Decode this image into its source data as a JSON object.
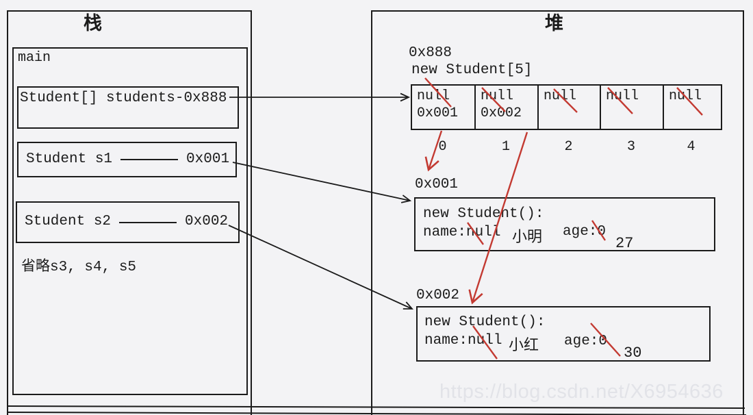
{
  "colors": {
    "background": "#f3f3f5",
    "line": "#1b1b1b",
    "annotation_red": "#c33a32",
    "watermark_gray": "#e2e3e8"
  },
  "stack": {
    "title": "栈",
    "frame_label": "main",
    "vars": [
      {
        "label": "Student[] students-0x888"
      },
      {
        "name": "Student s1",
        "value": "0x001"
      },
      {
        "name": "Student s2",
        "value": "0x002"
      }
    ],
    "omitted_note": "省略s3, s4, s5"
  },
  "heap": {
    "title": "堆",
    "array": {
      "address": "0x888",
      "label": "new Student[5]",
      "cells": [
        {
          "value": "null",
          "assigned": "0x001"
        },
        {
          "value": "null",
          "assigned": "0x002"
        },
        {
          "value": "null",
          "assigned": ""
        },
        {
          "value": "null",
          "assigned": ""
        },
        {
          "value": "null",
          "assigned": ""
        }
      ],
      "indices": [
        "0",
        "1",
        "2",
        "3",
        "4"
      ]
    },
    "objects": [
      {
        "address": "0x001",
        "constructor": "new Student():",
        "name_field": "name:null",
        "name_annotation": "小明",
        "age_field": "age:0",
        "age_annotation": "27"
      },
      {
        "address": "0x002",
        "constructor": "new Student():",
        "name_field": "name:null",
        "name_annotation": "小红",
        "age_field": "age:0",
        "age_annotation": "30"
      }
    ]
  },
  "watermark": "https://blog.csdn.net/X6954636"
}
